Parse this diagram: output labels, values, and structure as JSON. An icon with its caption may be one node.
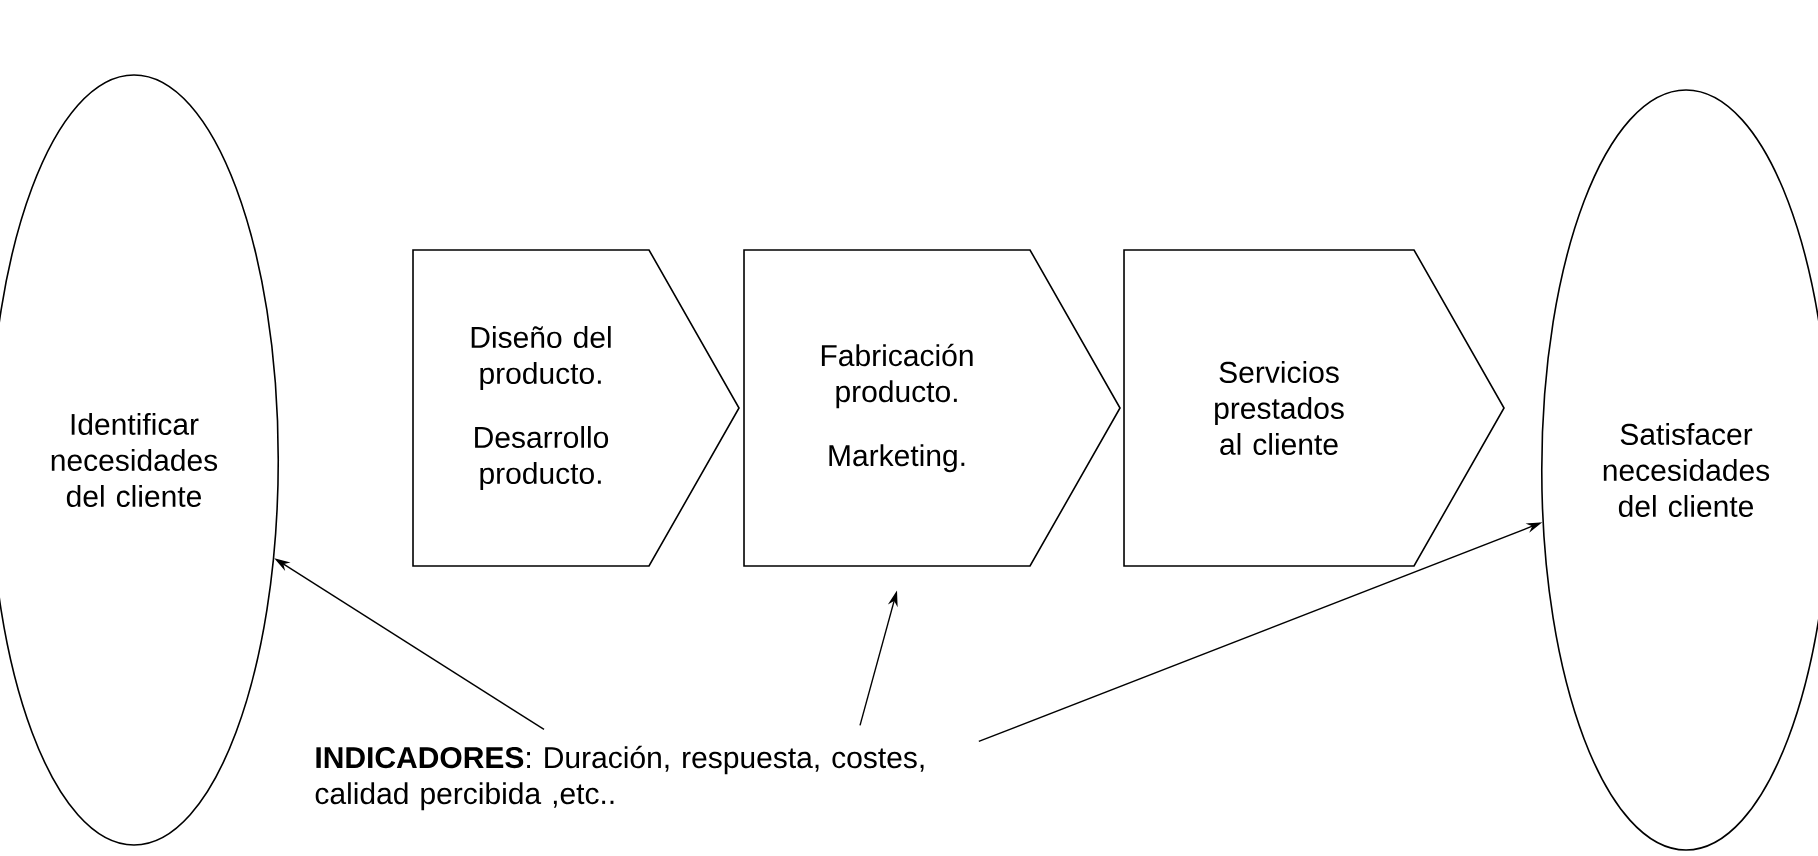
{
  "diagram": {
    "nodes": [
      {
        "text": [
          "Identificar necesidades del cliente"
        ]
      },
      {
        "text": [
          "Diseño del producto.",
          "Desarrollo producto."
        ]
      },
      {
        "text": [
          "Fabricación producto.",
          "Marketing."
        ]
      },
      {
        "text": [
          "Servicios prestados al cliente"
        ]
      },
      {
        "text": [
          "Satisfacer necesidades del cliente"
        ]
      },
      {
        "text": [
          "**INDICADORES**: Duración, respuesta, costes, calidad percibida ,etc.."
        ]
      }
    ],
    "edges": [
      {
        "from": 5,
        "to": 0,
        "arrow": "to"
      },
      {
        "from": 5,
        "to": 2,
        "arrow": "to"
      },
      {
        "from": 5,
        "to": 4,
        "arrow": "to"
      }
    ]
  }
}
